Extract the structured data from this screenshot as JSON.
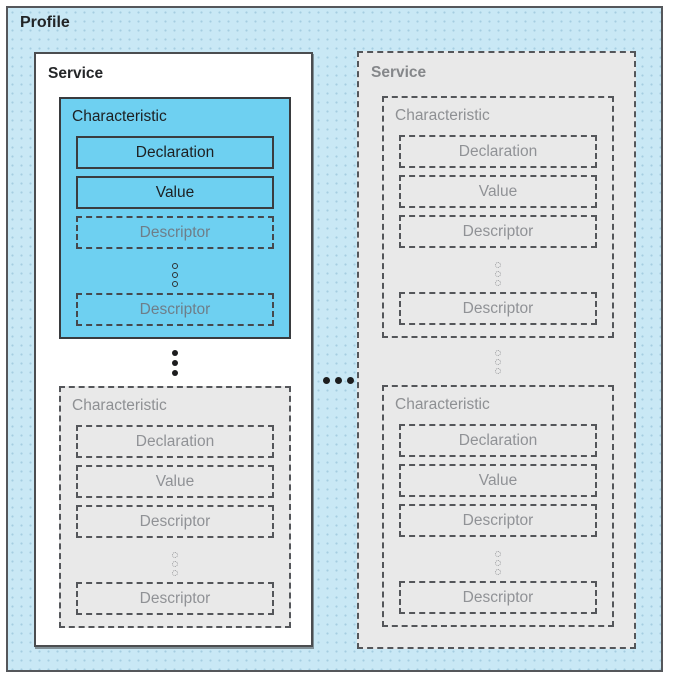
{
  "profile": {
    "label": "Profile"
  },
  "services": [
    {
      "label": "Service",
      "emphasis": "active",
      "characteristics": [
        {
          "label": "Characteristic",
          "emphasis": "active",
          "declaration_label": "Declaration",
          "value_label": "Value",
          "descriptor_top_label": "Descriptor",
          "descriptor_bottom_label": "Descriptor"
        },
        {
          "label": "Characteristic",
          "emphasis": "dimmed",
          "declaration_label": "Declaration",
          "value_label": "Value",
          "descriptor_top_label": "Descriptor",
          "descriptor_bottom_label": "Descriptor"
        }
      ]
    },
    {
      "label": "Service",
      "emphasis": "dimmed",
      "characteristics": [
        {
          "label": "Characteristic",
          "emphasis": "dimmed",
          "declaration_label": "Declaration",
          "value_label": "Value",
          "descriptor_top_label": "Descriptor",
          "descriptor_bottom_label": "Descriptor"
        },
        {
          "label": "Characteristic",
          "emphasis": "dimmed",
          "declaration_label": "Declaration",
          "value_label": "Value",
          "descriptor_top_label": "Descriptor",
          "descriptor_bottom_label": "Descriptor"
        }
      ]
    }
  ],
  "icons": {
    "more_descriptors_icon": "vertical-ellipsis-hollow-circles",
    "more_characteristics_icon": "vertical-ellipsis-solid-dots",
    "more_services_icon": "horizontal-ellipsis-solid-dots"
  },
  "colors": {
    "profile_background": "#c9e8f5",
    "highlight_blue": "#6ed0f1",
    "dimmed_gray": "#e9e9e9",
    "border_dark": "#4b4d50",
    "dimmed_text": "#8e9093",
    "dark_text": "#1d2022"
  }
}
